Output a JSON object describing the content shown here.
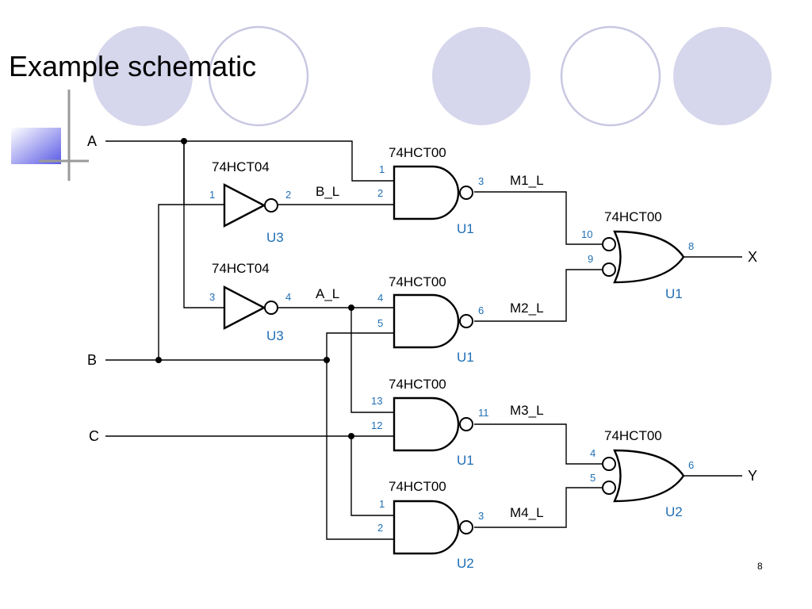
{
  "slide": {
    "title": "Example schematic",
    "page_number": "8",
    "colors": {
      "bubble_fill": "#d6d6ec",
      "bubble_outline": "#c8c8e2",
      "accent_block": "#6a6ae8",
      "crosshair": "#9a9a9a",
      "pin_number": "#1f6fb5",
      "ref_designator": "#1f6fb5"
    }
  },
  "schematic": {
    "inputs": [
      "A",
      "B",
      "C"
    ],
    "outputs": [
      "X",
      "Y"
    ],
    "inverters": [
      {
        "part": "74HCT04",
        "ref": "U3",
        "in_pin": "1",
        "out_pin": "2",
        "output_net": "B_L"
      },
      {
        "part": "74HCT04",
        "ref": "U3",
        "in_pin": "3",
        "out_pin": "4",
        "output_net": "A_L"
      }
    ],
    "nand_gates": [
      {
        "part": "74HCT00",
        "ref": "U1",
        "in_pins": [
          "1",
          "2"
        ],
        "out_pin": "3",
        "output_net": "M1_L"
      },
      {
        "part": "74HCT00",
        "ref": "U1",
        "in_pins": [
          "4",
          "5"
        ],
        "out_pin": "6",
        "output_net": "M2_L"
      },
      {
        "part": "74HCT00",
        "ref": "U1",
        "in_pins": [
          "13",
          "12"
        ],
        "out_pin": "11",
        "output_net": "M3_L"
      },
      {
        "part": "74HCT00",
        "ref": "U2",
        "in_pins": [
          "1",
          "2"
        ],
        "out_pin": "3",
        "output_net": "M4_L"
      }
    ],
    "or_gates": [
      {
        "part": "74HCT00",
        "ref": "U1",
        "in_pins": [
          "10",
          "9"
        ],
        "out_pin": "8",
        "output": "X"
      },
      {
        "part": "74HCT00",
        "ref": "U2",
        "in_pins": [
          "4",
          "5"
        ],
        "out_pin": "6",
        "output": "Y"
      }
    ]
  }
}
